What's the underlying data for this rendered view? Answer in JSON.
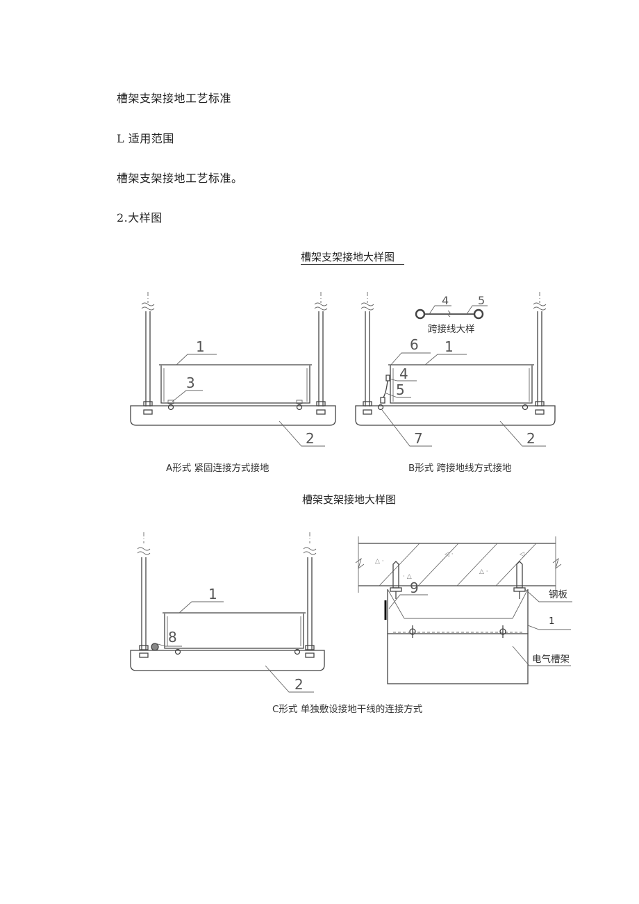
{
  "document": {
    "title": "槽架支架接地工艺标准",
    "section1_heading": "L 适用范围",
    "section1_body": "槽架支架接地工艺标准。",
    "section2_heading": "2.大样图"
  },
  "figure1": {
    "caption": "槽架支架接地大样图",
    "panel_a_caption": "A形式 紧固连接方式接地",
    "panel_b_caption": "B形式 跨接地线方式接地",
    "jumper_caption": "跨接线大样",
    "callouts_a": [
      "1",
      "3",
      "2"
    ],
    "callouts_b": [
      "6",
      "1",
      "4",
      "5",
      "7",
      "2"
    ],
    "callouts_jumper": [
      "4",
      "5"
    ]
  },
  "figure2": {
    "caption": "槽架支架接地大样图",
    "panel_c_caption": "C形式 单独敷设接地干线的连接方式",
    "callouts_c": [
      "1",
      "8",
      "2"
    ],
    "callouts_right": [
      "9",
      "1"
    ],
    "label_steel_plate": "钢板",
    "label_tray": "电气槽架"
  }
}
